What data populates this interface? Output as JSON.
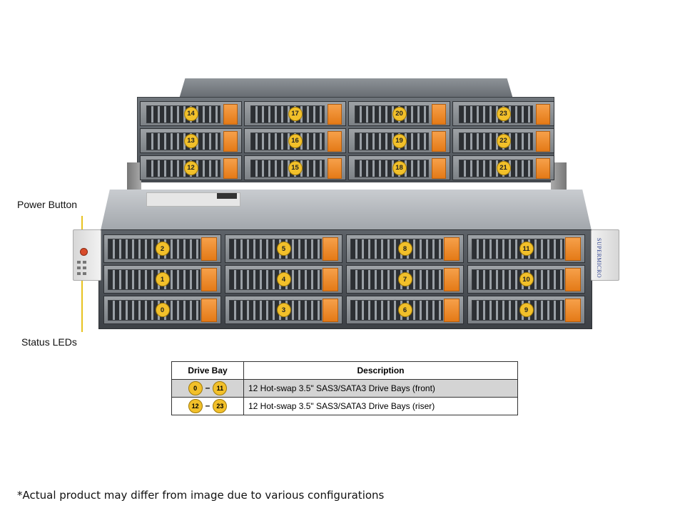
{
  "labels": {
    "power_button": "Power Button",
    "status_leds": "Status LEDs"
  },
  "brand": "SUPERMICRO",
  "riser_bays": [
    [
      "14",
      "17",
      "20",
      "23"
    ],
    [
      "13",
      "16",
      "19",
      "22"
    ],
    [
      "12",
      "15",
      "18",
      "21"
    ]
  ],
  "front_bays": [
    [
      "2",
      "5",
      "8",
      "11"
    ],
    [
      "1",
      "4",
      "7",
      "10"
    ],
    [
      "0",
      "3",
      "6",
      "9"
    ]
  ],
  "table": {
    "headers": [
      "Drive Bay",
      "Description"
    ],
    "rows": [
      {
        "start": "0",
        "end": "11",
        "description": "12 Hot-swap 3.5\" SAS3/SATA3 Drive Bays (front)"
      },
      {
        "start": "12",
        "end": "23",
        "description": "12 Hot-swap 3.5\" SAS3/SATA3 Drive Bays (riser)"
      }
    ]
  },
  "footnote": "*Actual product may differ from image due to various configurations",
  "colors": {
    "badge": "#f2c02a",
    "latch": "#e47a17",
    "callout_line": "#e8c320"
  }
}
